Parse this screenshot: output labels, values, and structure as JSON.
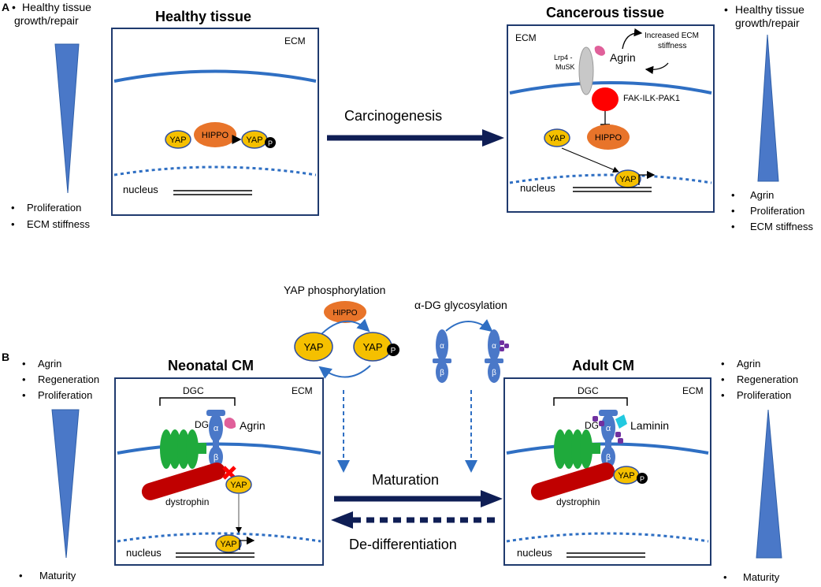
{
  "panel_a": {
    "label": "A",
    "left_box": {
      "title": "Healthy tissue",
      "ecm": "ECM",
      "yap": "YAP",
      "hippo": "HIPPO",
      "yap_p": "YAP",
      "p": "P",
      "nucleus": "nucleus"
    },
    "arrow_label": "Carcinogenesis",
    "right_box": {
      "title": "Cancerous tissue",
      "ecm": "ECM",
      "lrp4_line1": "Lrp4 -",
      "lrp4_line2": "MuSK",
      "agrin": "Agrin",
      "increased_line1": "Increased ECM",
      "increased_line2": "stiffness",
      "fak": "FAK-ILK-PAK1",
      "yap": "YAP",
      "hippo": "HIPPO",
      "yap_nuc": "YAP",
      "nucleus": "nucleus"
    },
    "left_scale": {
      "top_line1": "Healthy tissue",
      "top_line2": "growth/repair",
      "bottom": [
        "Proliferation",
        "ECM stiffness"
      ]
    },
    "right_scale": {
      "top_line1": "Healthy tissue",
      "top_line2": "growth/repair",
      "bottom": [
        "Agrin",
        "Proliferation",
        "ECM stiffness"
      ]
    }
  },
  "panel_b": {
    "label": "B",
    "yap_phos_title": "YAP phosphorylation",
    "yap_phos": {
      "hippo": "HIPPO",
      "yap": "YAP",
      "yap_p": "YAP",
      "p": "P"
    },
    "dg_glyco_title": "α-DG glycosylation",
    "dg_glyco": {
      "alpha": "α",
      "beta": "β"
    },
    "left_box": {
      "title": "Neonatal CM",
      "ecm": "ECM",
      "dgc": "DGC",
      "dg": "DG",
      "alpha": "α",
      "beta": "β",
      "agrin": "Agrin",
      "dystrophin": "dystrophin",
      "yap": "YAP",
      "yap_nuc": "YAP",
      "nucleus": "nucleus"
    },
    "right_box": {
      "title": "Adult CM",
      "ecm": "ECM",
      "dgc": "DGC",
      "dg": "DG",
      "alpha": "α",
      "beta": "β",
      "laminin": "Laminin",
      "dystrophin": "dystrophin",
      "yap": "YAP",
      "p": "P",
      "nucleus": "nucleus"
    },
    "maturation": "Maturation",
    "dedifferentiation": "De-differentiation",
    "left_scale": {
      "top": [
        "Agrin",
        "Regeneration",
        "Proliferation"
      ],
      "bottom": "Maturity"
    },
    "right_scale": {
      "top": [
        "Agrin",
        "Regeneration",
        "Proliferation"
      ],
      "bottom": "Maturity"
    }
  },
  "colors": {
    "membrane": "#2f6fc3",
    "box_border": "#1f3a6e",
    "yap_fill": "#f5c000",
    "hippo_fill": "#e8742a",
    "dark_arrow": "#0f1e55",
    "dg_blue": "#4a78c8",
    "green": "#1faa3c",
    "dystrophin": "#c00000",
    "agrin_pink": "#e0609a",
    "laminin_cyan": "#22c9e0",
    "glycan_purple": "#7030a0"
  }
}
